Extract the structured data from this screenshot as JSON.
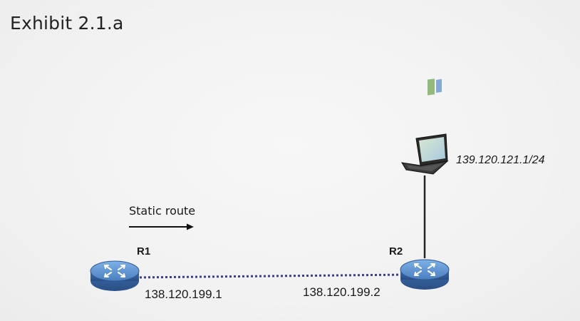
{
  "exhibit": {
    "title": "Exhibit 2.1.a"
  },
  "annotation": {
    "static_route_label": "Static route"
  },
  "routers": [
    {
      "name": "R1",
      "interface_ip": "138.120.199.1",
      "icon": "router-icon"
    },
    {
      "name": "R2",
      "interface_ip": "138.120.199.2",
      "icon": "router-icon"
    }
  ],
  "host": {
    "ip": "139.120.121.1/24",
    "icon": "laptop-icon"
  },
  "colors": {
    "router_blue": "#5b8fc9",
    "link_dotted": "#3b3f8c",
    "wire": "#222222",
    "arrow": "#111111"
  }
}
